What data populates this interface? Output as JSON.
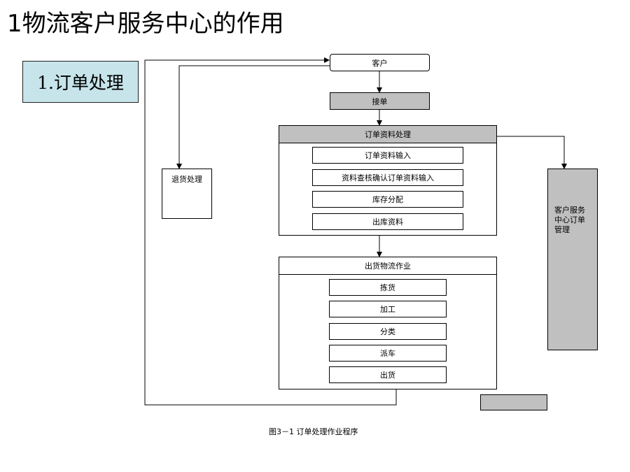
{
  "page": {
    "title": "1物流客户服务中心的作用",
    "section_label": "1.订单处理"
  },
  "flow": {
    "customer": "客户",
    "receive_order": "接单",
    "order_processing": {
      "title": "订单资料处理",
      "steps": [
        "订单资料输入",
        "资料查核确认订单资料输入",
        "库存分配",
        "出库资料"
      ]
    },
    "shipping": {
      "title": "出货物流作业",
      "steps": [
        "拣货",
        "加工",
        "分类",
        "派车",
        "出货"
      ]
    },
    "return_processing": "退货处理",
    "service_center": [
      "客户服务",
      "中心订单",
      "管理"
    ]
  },
  "caption": "图3－1 订单处理作业程序",
  "colors": {
    "section_bg": "#c6e4ea",
    "grey_fill": "#c0c0c0"
  }
}
